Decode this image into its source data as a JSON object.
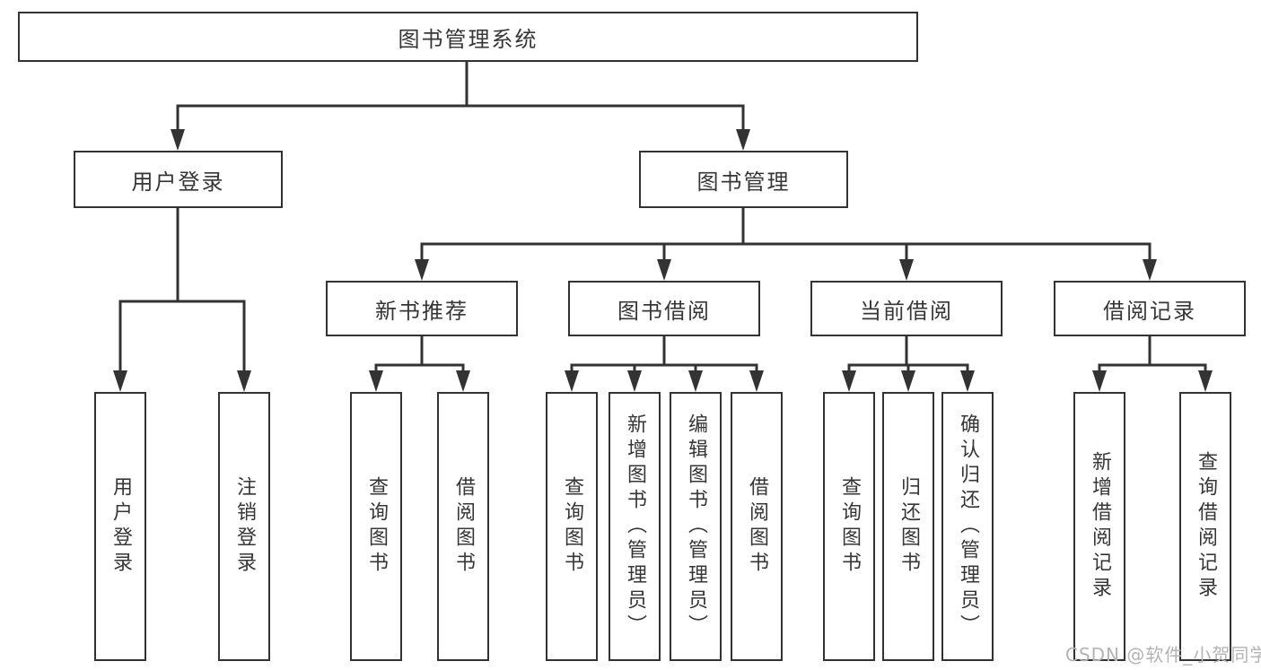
{
  "tree": {
    "root": "图书管理系统",
    "branches": [
      {
        "label": "用户登录",
        "children": [
          "用户登录",
          "注销登录"
        ]
      },
      {
        "label": "图书管理",
        "sections": [
          {
            "label": "新书推荐",
            "children": [
              "查询图书",
              "借阅图书"
            ]
          },
          {
            "label": "图书借阅",
            "children": [
              "查询图书",
              "新增图书（管理员）",
              "编辑图书（管理员）",
              "借阅图书"
            ]
          },
          {
            "label": "当前借阅",
            "children": [
              "查询图书",
              "归还图书",
              "确认归还（管理员）"
            ]
          },
          {
            "label": "借阅记录",
            "children": [
              "新增借阅记录",
              "查询借阅记录"
            ]
          }
        ]
      }
    ]
  },
  "watermark": "CSDN @软件_小贺同学",
  "colors": {
    "line": "#333333",
    "text": "#363636",
    "box_background": "#ffffff",
    "watermark": "#b3b3b3",
    "background": "#ffffff"
  }
}
